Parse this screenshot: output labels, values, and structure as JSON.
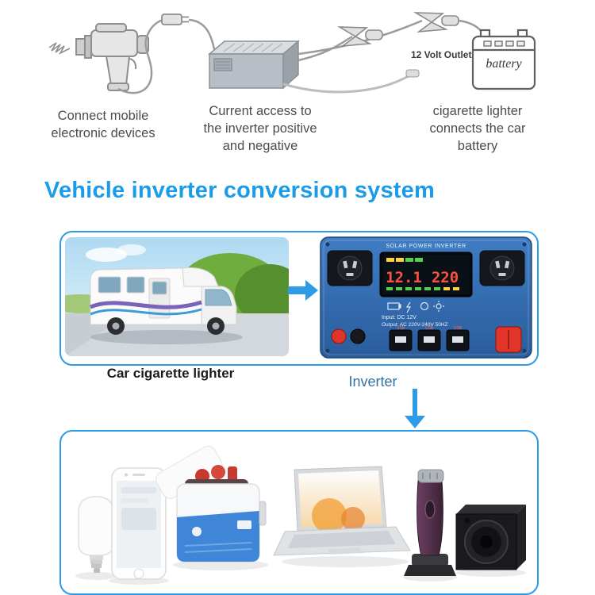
{
  "top": {
    "captions": [
      "Connect mobile\nelectronic devices",
      "Current access to\nthe inverter positive\nand negative",
      "cigarette lighter\nconnects the car\nbattery"
    ],
    "outlet_label": "12 Volt Outlet",
    "battery_label": "battery"
  },
  "heading": "Vehicle inverter conversion system",
  "flow": {
    "left_caption": "Car cigarette lighter",
    "right_caption": "Inverter"
  },
  "device": {
    "title": "SOLAR POWER INVERTER",
    "display_left": "12.1",
    "display_right": "220",
    "line_input": "Input: DC 12V",
    "line_output": "Output: AC 220V-240V 50HZ",
    "usb_label": "USB"
  },
  "colors": {
    "accent_blue": "#1a9ce8",
    "border_blue": "#2e9be6",
    "device_blue": "#2f6cb3",
    "display_red": "#ff4f3f",
    "display_green": "#54d24a"
  }
}
